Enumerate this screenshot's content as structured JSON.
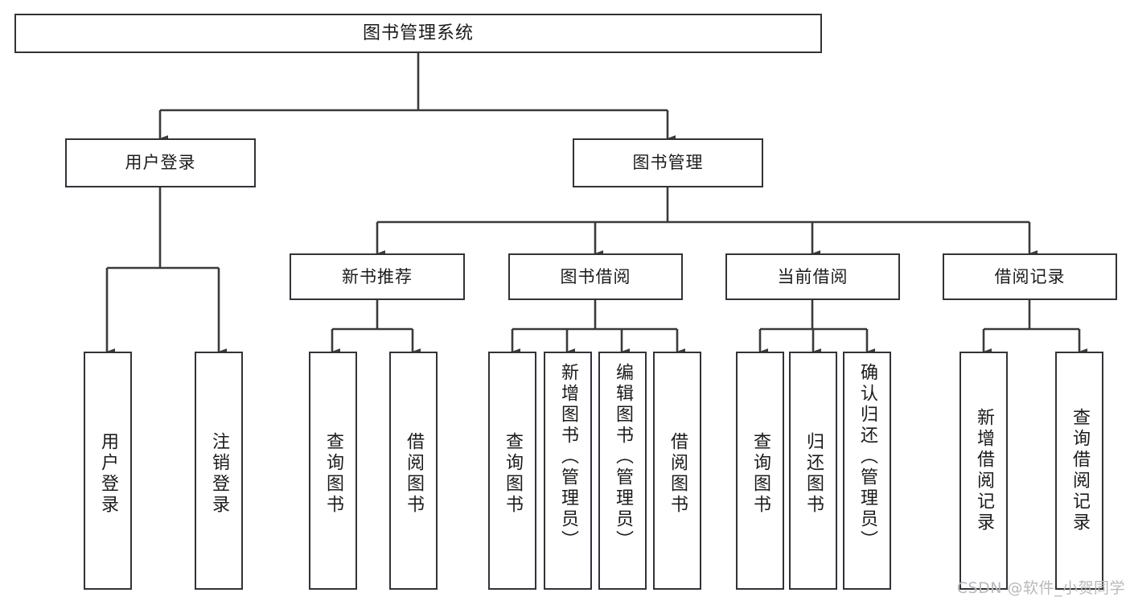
{
  "diagram": {
    "type": "tree-hierarchy",
    "title": "图书管理系统",
    "orientation": "top-down",
    "colors": {
      "box_border": "#32323a",
      "box_fill": "#ffffff",
      "edge": "#3a3a3a",
      "text": "#1b1b1b",
      "watermark": "#b9b9b9",
      "background": "#ffffff"
    },
    "root": {
      "id": "root",
      "label": "图书管理系统",
      "level": 0
    },
    "level1": [
      {
        "id": "user-login",
        "label": "用户登录",
        "level": 1
      },
      {
        "id": "book-manage",
        "label": "图书管理",
        "level": 1
      }
    ],
    "level2": [
      {
        "id": "new-book-rec",
        "label": "新书推荐",
        "parent": "book-manage",
        "level": 2
      },
      {
        "id": "book-borrow",
        "label": "图书借阅",
        "parent": "book-manage",
        "level": 2
      },
      {
        "id": "current-borrow",
        "label": "当前借阅",
        "parent": "book-manage",
        "level": 2
      },
      {
        "id": "borrow-record",
        "label": "借阅记录",
        "parent": "book-manage",
        "level": 2
      }
    ],
    "leaves": [
      {
        "id": "leaf-user-login",
        "label": "用户登录",
        "parent": "user-login",
        "level": 2
      },
      {
        "id": "leaf-user-logout",
        "label": "注销登录",
        "parent": "user-login",
        "level": 2
      },
      {
        "id": "leaf-query-book-1",
        "label": "查询图书",
        "parent": "new-book-rec",
        "level": 3
      },
      {
        "id": "leaf-borrow-book-1",
        "label": "借阅图书",
        "parent": "new-book-rec",
        "level": 3
      },
      {
        "id": "leaf-query-book-2",
        "label": "查询图书",
        "parent": "book-borrow",
        "level": 3
      },
      {
        "id": "leaf-add-book",
        "label": "新增图书（管理员）",
        "parent": "book-borrow",
        "level": 3
      },
      {
        "id": "leaf-edit-book",
        "label": "编辑图书（管理员）",
        "parent": "book-borrow",
        "level": 3
      },
      {
        "id": "leaf-borrow-book-2",
        "label": "借阅图书",
        "parent": "book-borrow",
        "level": 3
      },
      {
        "id": "leaf-query-book-3",
        "label": "查询图书",
        "parent": "current-borrow",
        "level": 3
      },
      {
        "id": "leaf-return-book",
        "label": "归还图书",
        "parent": "current-borrow",
        "level": 3
      },
      {
        "id": "leaf-confirm-return",
        "label": "确认归还（管理员）",
        "parent": "current-borrow",
        "level": 3
      },
      {
        "id": "leaf-add-record",
        "label": "新增借阅记录",
        "parent": "borrow-record",
        "level": 3
      },
      {
        "id": "leaf-query-record",
        "label": "查询借阅记录",
        "parent": "borrow-record",
        "level": 3
      }
    ]
  },
  "watermark": {
    "text": "CSDN @软件_小贺同学"
  }
}
